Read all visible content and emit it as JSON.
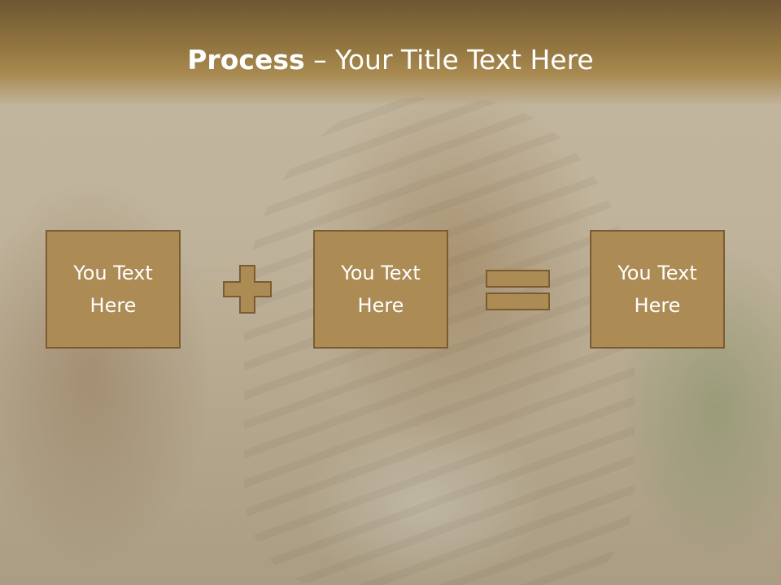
{
  "slide": {
    "title_bold": "Process",
    "title_rest": " – Your Title Text Here",
    "boxes": [
      {
        "line1": "You Text",
        "line2": "Here"
      },
      {
        "line1": "You Text",
        "line2": "Here"
      },
      {
        "line1": "You Text",
        "line2": "Here"
      }
    ],
    "operators": [
      "plus-icon",
      "equals-icon"
    ]
  },
  "colors": {
    "header": "#937640",
    "box_fill": "#ad8b55",
    "box_border": "#7b5c32",
    "text": "#ffffff"
  }
}
